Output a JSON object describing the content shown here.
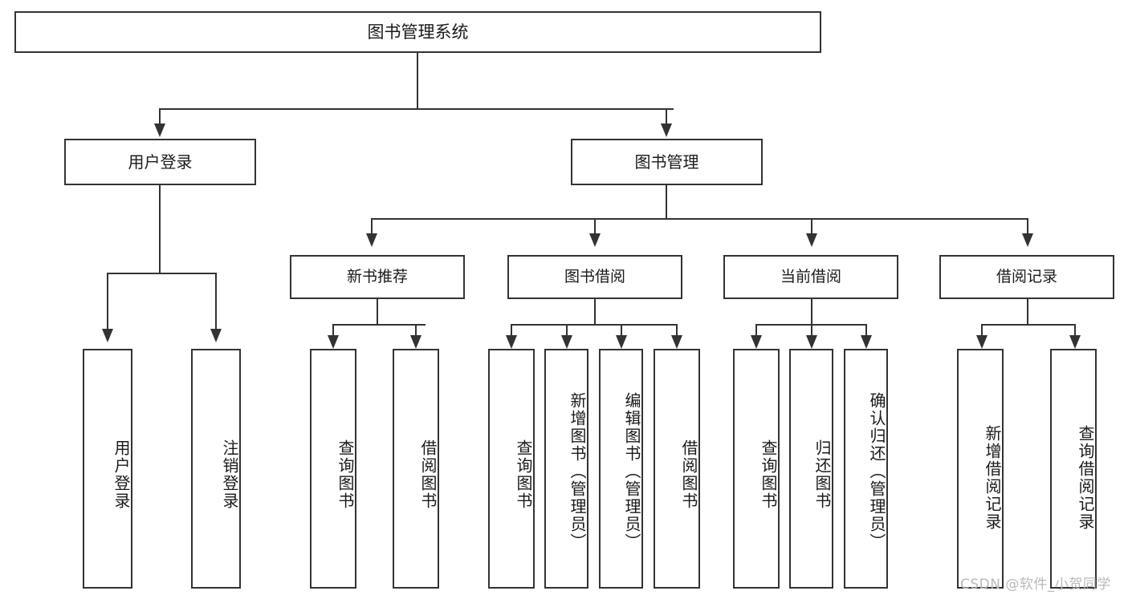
{
  "diagram": {
    "title": "图书管理系统",
    "type": "功能结构图",
    "background_color": "#ffffff",
    "line_color": "#333333",
    "text_color": "#1a1a1a"
  },
  "nodes": {
    "root": {
      "label": "图书管理系统"
    },
    "level1": [
      {
        "id": "user-login",
        "label": "用户登录"
      },
      {
        "id": "book-manage",
        "label": "图书管理"
      }
    ],
    "level2": [
      {
        "id": "new-book-rec",
        "label": "新书推荐"
      },
      {
        "id": "book-borrow",
        "label": "图书借阅"
      },
      {
        "id": "current-borrow",
        "label": "当前借阅"
      },
      {
        "id": "borrow-record",
        "label": "借阅记录"
      }
    ],
    "leaves": {
      "user_login": [
        {
          "id": "leaf-user-login",
          "label": "用户登录"
        },
        {
          "id": "leaf-logout",
          "label": "注销登录"
        }
      ],
      "new_book_rec": [
        {
          "id": "leaf-query-book-1",
          "label": "查询图书"
        },
        {
          "id": "leaf-borrow-book-1",
          "label": "借阅图书"
        }
      ],
      "book_borrow": [
        {
          "id": "leaf-query-book-2",
          "label": "查询图书"
        },
        {
          "id": "leaf-add-book",
          "label": "新增图书（管理员）"
        },
        {
          "id": "leaf-edit-book",
          "label": "编辑图书（管理员）"
        },
        {
          "id": "leaf-borrow-book-2",
          "label": "借阅图书"
        }
      ],
      "current_borrow": [
        {
          "id": "leaf-query-book-3",
          "label": "查询图书"
        },
        {
          "id": "leaf-return-book",
          "label": "归还图书"
        },
        {
          "id": "leaf-confirm-return",
          "label": "确认归还（管理员）"
        }
      ],
      "borrow_record": [
        {
          "id": "leaf-add-record",
          "label": "新增借阅记录"
        },
        {
          "id": "leaf-query-record",
          "label": "查询借阅记录"
        }
      ]
    }
  },
  "watermark": {
    "text": "CSDN @软件_小贺同学"
  }
}
